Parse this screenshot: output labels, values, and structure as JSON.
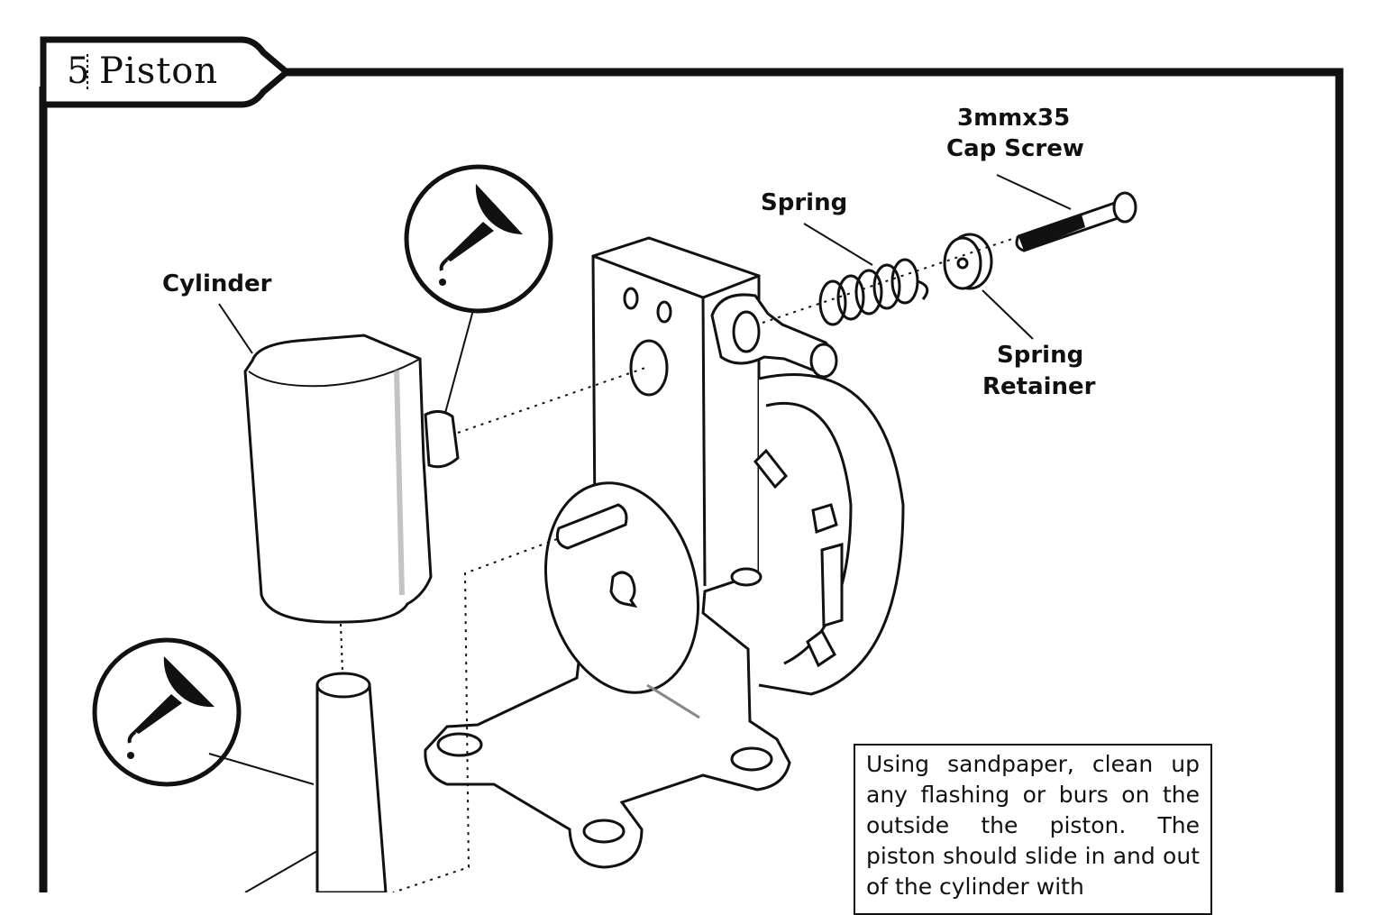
{
  "step": {
    "number": "5",
    "title": "Piston"
  },
  "labels": {
    "cylinder": "Cylinder",
    "spring": "Spring",
    "cap_screw_line1": "3mmx35",
    "cap_screw_line2": "Cap Screw",
    "spring_retainer_line1": "Spring",
    "spring_retainer_line2": "Retainer"
  },
  "note": "Using sandpaper, clean up any flashing or burs on the outside the piston. The piston should slide in and out of the cylinder with",
  "icons": [
    "oil-can-icon",
    "oil-can-icon"
  ]
}
